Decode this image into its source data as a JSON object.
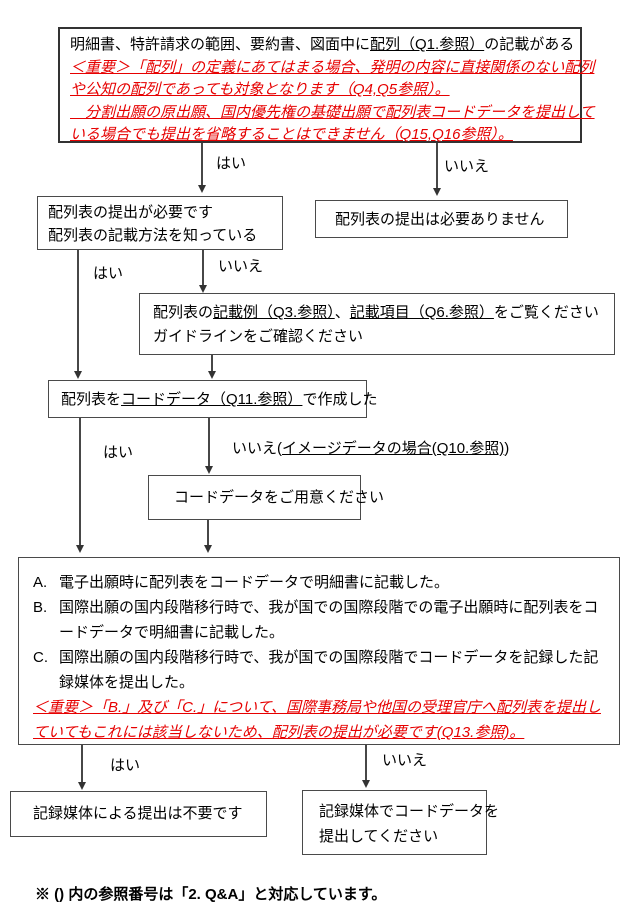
{
  "colors": {
    "red": "#e60000",
    "line": "#474747"
  },
  "labels": {
    "yes": "はい",
    "no": "いいえ",
    "no_image_pre": "いいえ(",
    "no_image_u": "イメージデータの場合(Q10.参照)",
    "no_image_post": ")"
  },
  "box1": {
    "line1_pre": "明細書、特許請求の範囲、要約書、図面中に",
    "line1_u": "配列（Q1.参照）",
    "line1_post": "の記載がある",
    "red_lines": [
      "＜重要＞「配列」の定義にあてはまる場合、発明の内容に直接関係のない配列",
      "や公知の配列であっても対象となります（Q4,Q5参照）。",
      "　分割出願の原出願、国内優先権の基礎出願で配列表コードデータを提出して",
      "いる場合でも提出を省略することはできません（Q15,Q16参照）。"
    ]
  },
  "box2": {
    "line1": "配列表の提出が必要です",
    "line2": "配列表の記載方法を知っている"
  },
  "box3": {
    "text": "配列表の提出は必要ありません"
  },
  "box4": {
    "line1_pre": "配列表の",
    "line1_u1": "記載例（Q3.参照）",
    "line1_mid": "、",
    "line1_u2": "記載項目（Q6.参照）",
    "line1_post": "をご覧ください",
    "line2": "ガイドラインをご確認ください"
  },
  "box5": {
    "pre": "配列表を",
    "u": "コードデータ（Q11.参照）",
    "post": "で作成した"
  },
  "box6": {
    "text": "コードデータをご用意ください"
  },
  "box7": {
    "items": [
      {
        "marker": "A.",
        "text": "電子出願時に配列表をコードデータで明細書に記載した。"
      },
      {
        "marker": "B.",
        "text": "国際出願の国内段階移行時で、我が国での国際段階での電子出願時に配列表をコードデータで明細書に記載した。"
      },
      {
        "marker": "C.",
        "text": "国際出願の国内段階移行時で、我が国での国際段階でコードデータを記録した記録媒体を提出した。"
      }
    ],
    "note": "＜重要＞「B.」及び「C.」について、国際事務局や他国の受理官庁へ配列表を提出していてもこれには該当しないため、配列表の提出が必要です(Q13.参照)。"
  },
  "box8": {
    "text": "記録媒体による提出は不要です"
  },
  "box9": {
    "line1": "記録媒体でコードデータを",
    "line2": "提出してください"
  },
  "footer": {
    "text": "※ () 内の参照番号は「2. Q&A」と対応しています。"
  }
}
